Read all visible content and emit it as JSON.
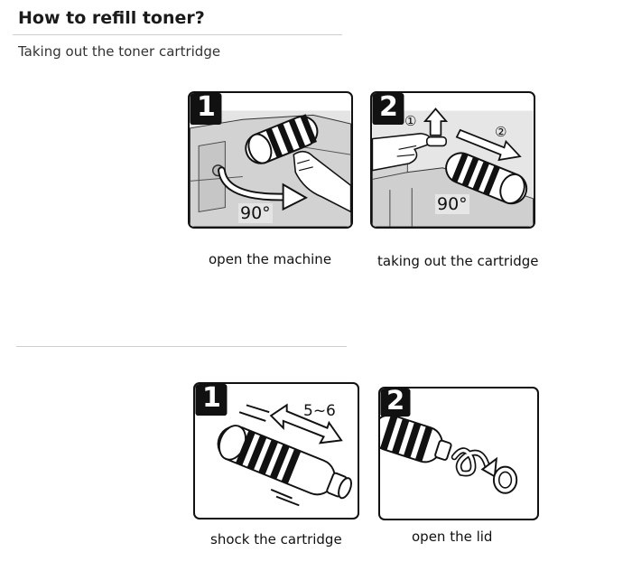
{
  "page": {
    "title": "How to refill toner?",
    "subtitle": "Taking out the toner cartridge"
  },
  "section1": {
    "steps": [
      {
        "number": "1",
        "angle_label": "90°",
        "caption": "open the machine"
      },
      {
        "number": "2",
        "arrow_label_1": "①",
        "arrow_label_2": "②",
        "angle_label": "90°",
        "caption": "taking out the cartridge"
      }
    ]
  },
  "section2": {
    "steps": [
      {
        "number": "1",
        "shake_label": "5~6",
        "caption": "shock the cartridge"
      },
      {
        "number": "2",
        "caption": "open the lid"
      }
    ]
  },
  "icons": [
    "step-number-badge",
    "rotate-arrow-icon",
    "pull-arrow-icon",
    "shake-arrow-icon",
    "cap-icon"
  ]
}
